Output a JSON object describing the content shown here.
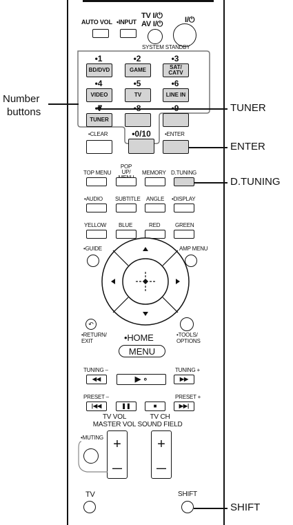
{
  "top_row": {
    "auto_vol": "AUTO VOL",
    "input": "•INPUT",
    "tv_av": "TV I/⏻",
    "av": "AV I/⏻",
    "power": "I/⏻",
    "system_standby": "SYSTEM STANDBY"
  },
  "number_buttons": [
    {
      "num": "•1",
      "label": "BD/DVD"
    },
    {
      "num": "•2",
      "label": "GAME"
    },
    {
      "num": "•3",
      "label": "SAT/ CATV"
    },
    {
      "num": "•4",
      "label": "VIDEO"
    },
    {
      "num": "•5",
      "label": "TV"
    },
    {
      "num": "•6",
      "label": "LINE IN"
    },
    {
      "num": "•7",
      "label": "TUNER"
    },
    {
      "num": "•8",
      "label": ""
    },
    {
      "num": "•9",
      "label": ""
    },
    {
      "num": "•0/10",
      "label": ""
    }
  ],
  "clear": "•CLEAR",
  "enter": "•ENTER",
  "row_menu": {
    "top_menu": "TOP MENU",
    "popup_menu": "POP UP/ MENU",
    "memory": "MEMORY",
    "d_tuning": "D.TUNING"
  },
  "row_audio": {
    "audio": "•AUDIO",
    "subtitle": "SUBTITLE",
    "angle": "ANGLE",
    "display": "•DISPLAY"
  },
  "row_color": {
    "yellow": "YELLOW",
    "blue": "BLUE",
    "red": "RED",
    "green": "GREEN"
  },
  "guide": "•GUIDE",
  "amp_menu": "AMP MENU",
  "return_exit": "•RETURN/ EXIT",
  "tools_options": "•TOOLS/ OPTIONS",
  "home": "•HOME",
  "menu": "MENU",
  "tuning_minus": "TUNING –",
  "tuning_plus": "TUNING +",
  "preset_minus": "PRESET –",
  "preset_plus": "PRESET +",
  "tv_vol": "TV VOL",
  "master_vol": "MASTER VOL",
  "tv_ch": "TV CH",
  "sound_field": "SOUND FIELD",
  "muting": "•MUTING",
  "tv": "TV",
  "shift": "SHIFT",
  "plus": "+",
  "minus": "—",
  "callouts": {
    "number": "Number",
    "buttons": "buttons",
    "tuner": "TUNER",
    "enter": "ENTER",
    "d_tuning": "D.TUNING",
    "shift": "SHIFT"
  }
}
